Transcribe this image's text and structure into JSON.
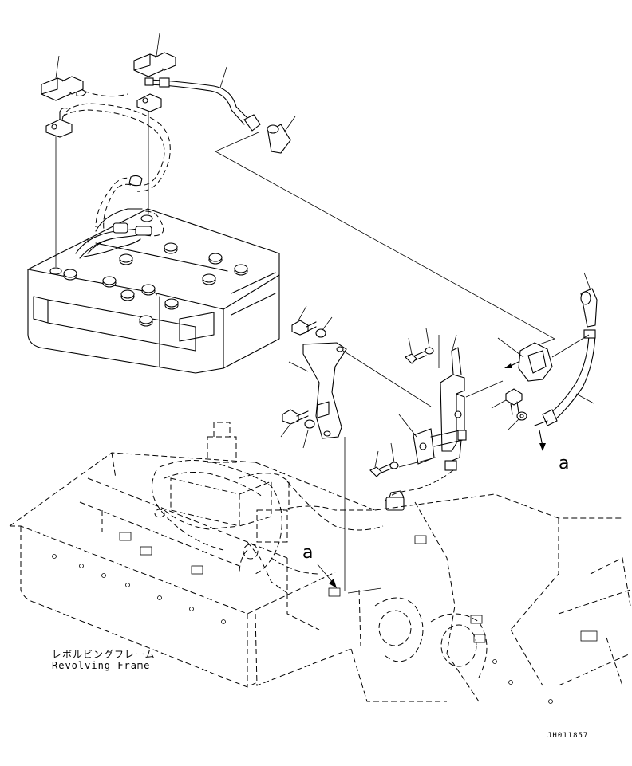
{
  "frame_label_jp": "レボルビングフレーム",
  "frame_label_en": "Revolving Frame",
  "reference_marker_right": "a",
  "reference_marker_left": "a",
  "drawing_number": "JH011857"
}
